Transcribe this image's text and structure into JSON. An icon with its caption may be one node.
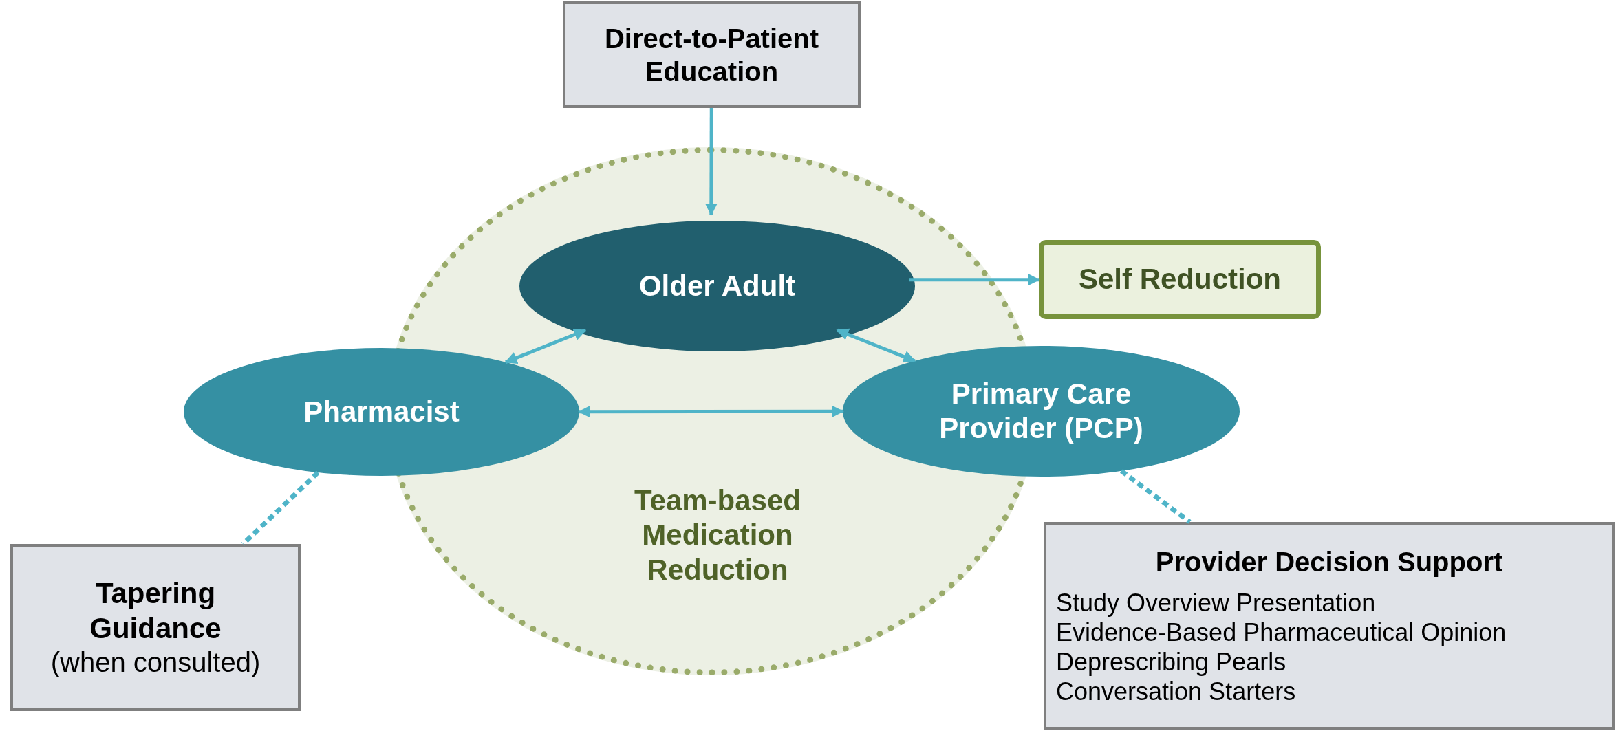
{
  "diagram": {
    "nodes": [
      {
        "text": [
          "Direct-to-Patient Education"
        ]
      },
      {
        "text": [
          "Team-based Medication Reduction"
        ]
      },
      {
        "text": [
          "Older Adult"
        ],
        "in": 1
      },
      {
        "text": [
          "Self Reduction"
        ]
      },
      {
        "text": [
          "Pharmacist"
        ]
      },
      {
        "text": [
          "Primary Care Provider (PCP)"
        ]
      },
      {
        "text": [
          "Tapering Guidance",
          "(when consulted)"
        ]
      },
      {
        "text": [
          "Provider Decision Support",
          "Study Overview Presentation",
          "Evidence-Based Pharmaceutical Opinion",
          "Deprescribing Pearls",
          "Conversation Starters"
        ]
      }
    ],
    "edges": [
      {
        "from": 0,
        "to": 2,
        "arrow": "to"
      },
      {
        "from": 2,
        "to": 3,
        "arrow": "to"
      },
      {
        "from": 2,
        "to": 4,
        "arrow": "both"
      },
      {
        "from": 2,
        "to": 5,
        "arrow": "both"
      },
      {
        "from": 4,
        "to": 5,
        "arrow": "both"
      },
      {
        "from": 4,
        "to": 6,
        "arrow": "none",
        "style": "dashed"
      },
      {
        "from": 5,
        "to": 7,
        "arrow": "none",
        "style": "dashed"
      }
    ]
  }
}
